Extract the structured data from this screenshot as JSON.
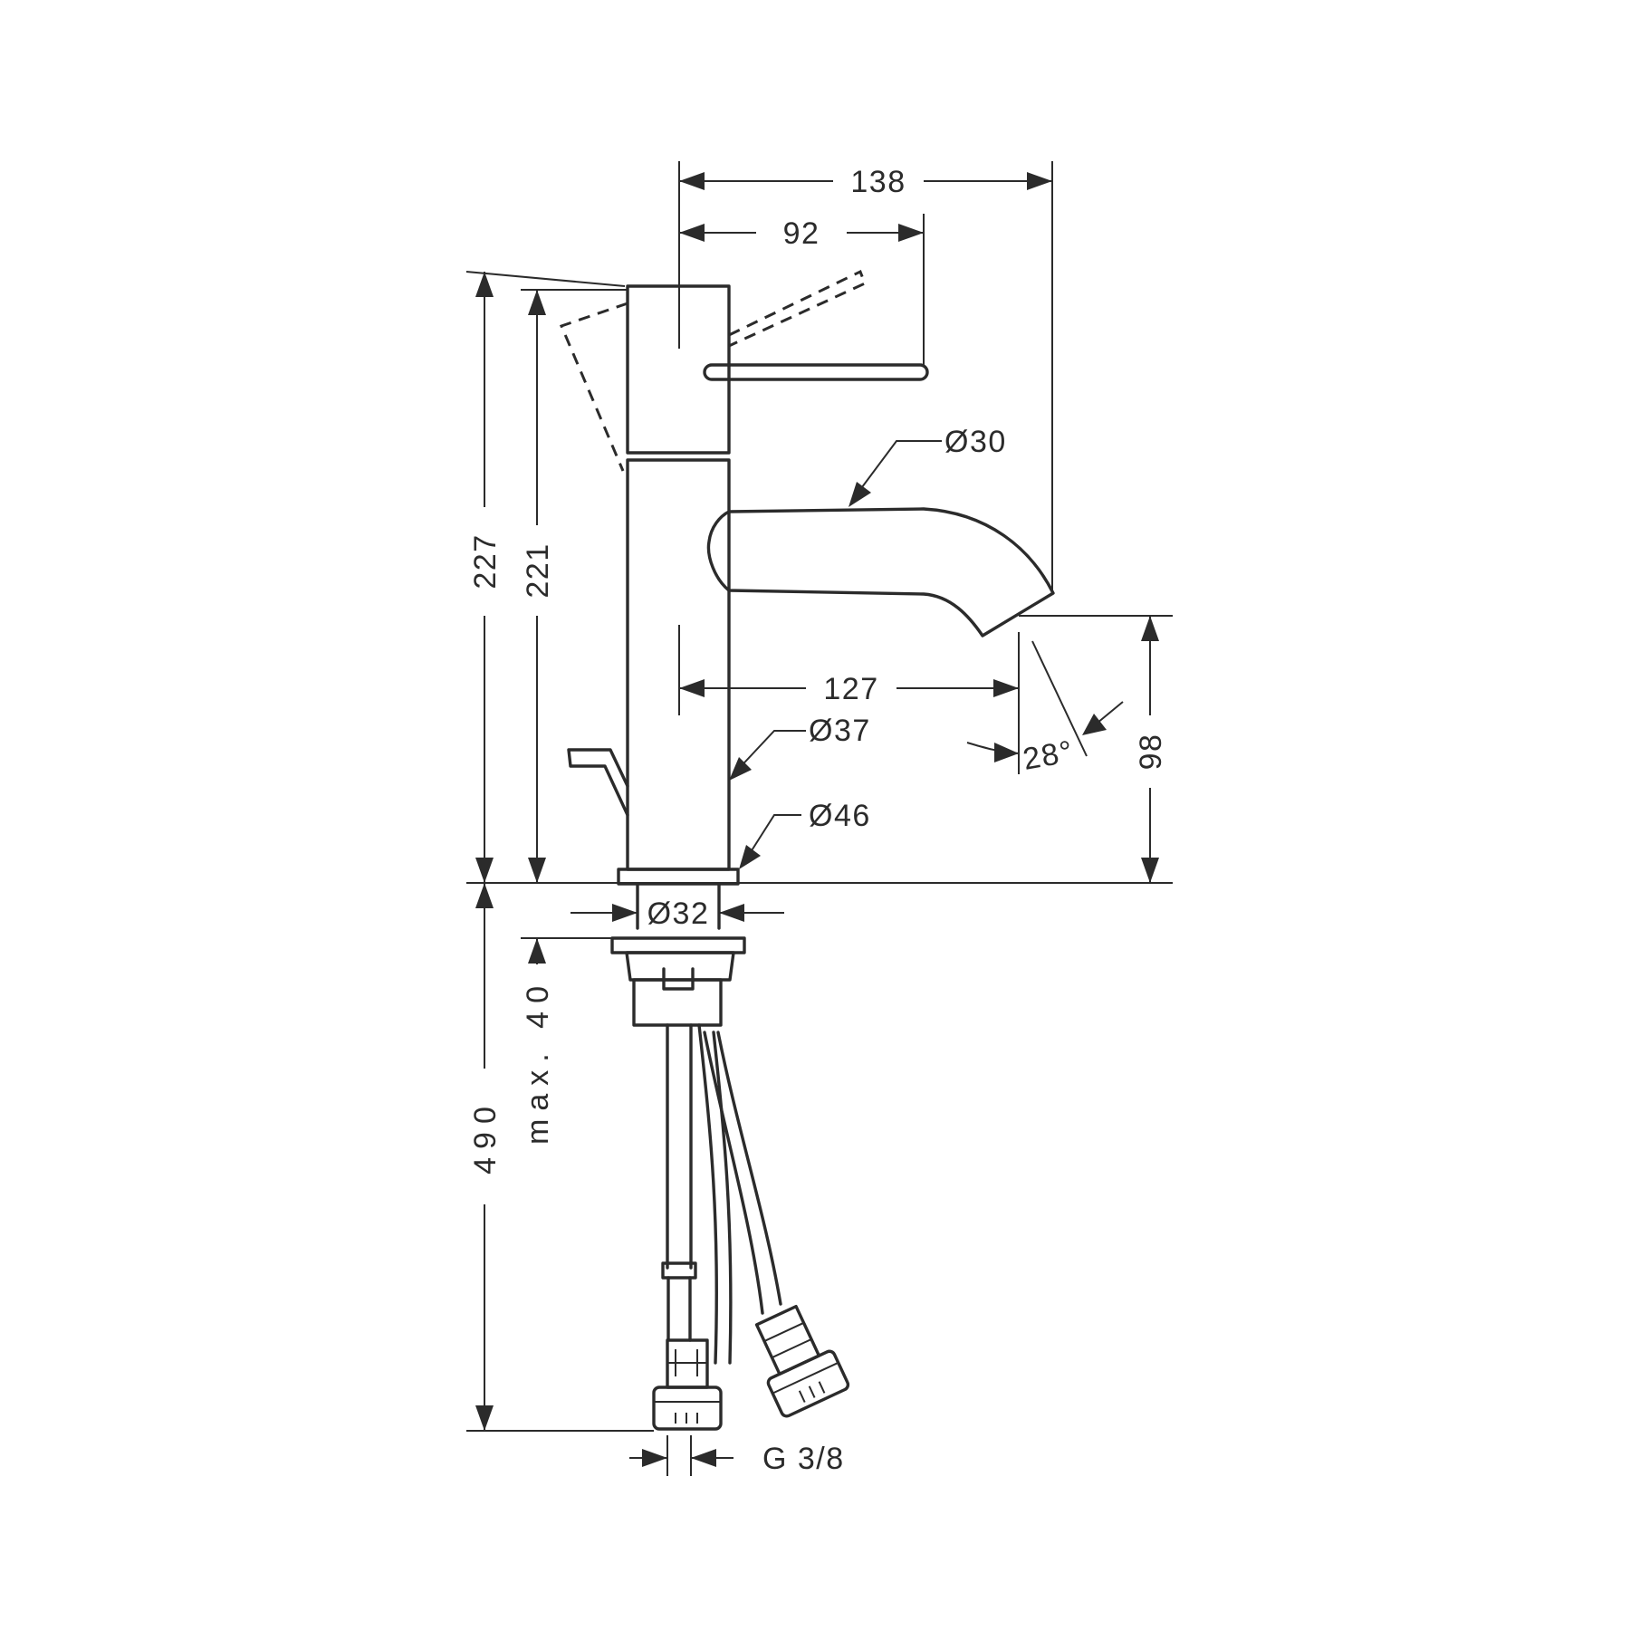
{
  "dimensions": {
    "overall_width": "138",
    "lever_reach": "92",
    "overall_height": "227",
    "body_height": "221",
    "spout_diameter": "Ø30",
    "spout_projection": "127",
    "body_diameter": "Ø37",
    "base_diameter": "Ø46",
    "spout_angle": "28°",
    "spout_outlet_height": "98",
    "shank_diameter": "Ø32",
    "max_deck_thickness": "max. 40",
    "hose_length": "490",
    "connection_thread": "G 3/8"
  }
}
